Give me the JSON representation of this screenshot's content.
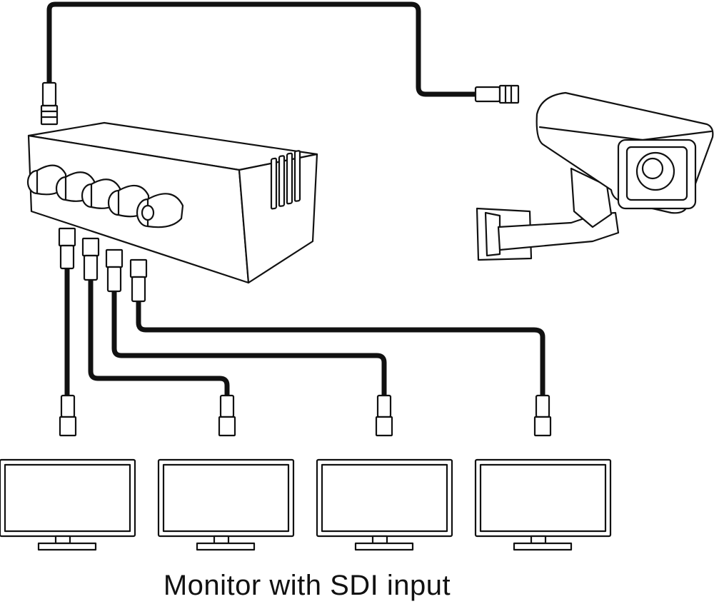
{
  "caption": "Monitor with SDI input",
  "colors": {
    "ink": "#111111",
    "background": "#ffffff"
  },
  "diagram": {
    "source": "camera-icon",
    "hub": "sdi-splitter",
    "outputs": 4,
    "sink": "monitor-icon"
  }
}
